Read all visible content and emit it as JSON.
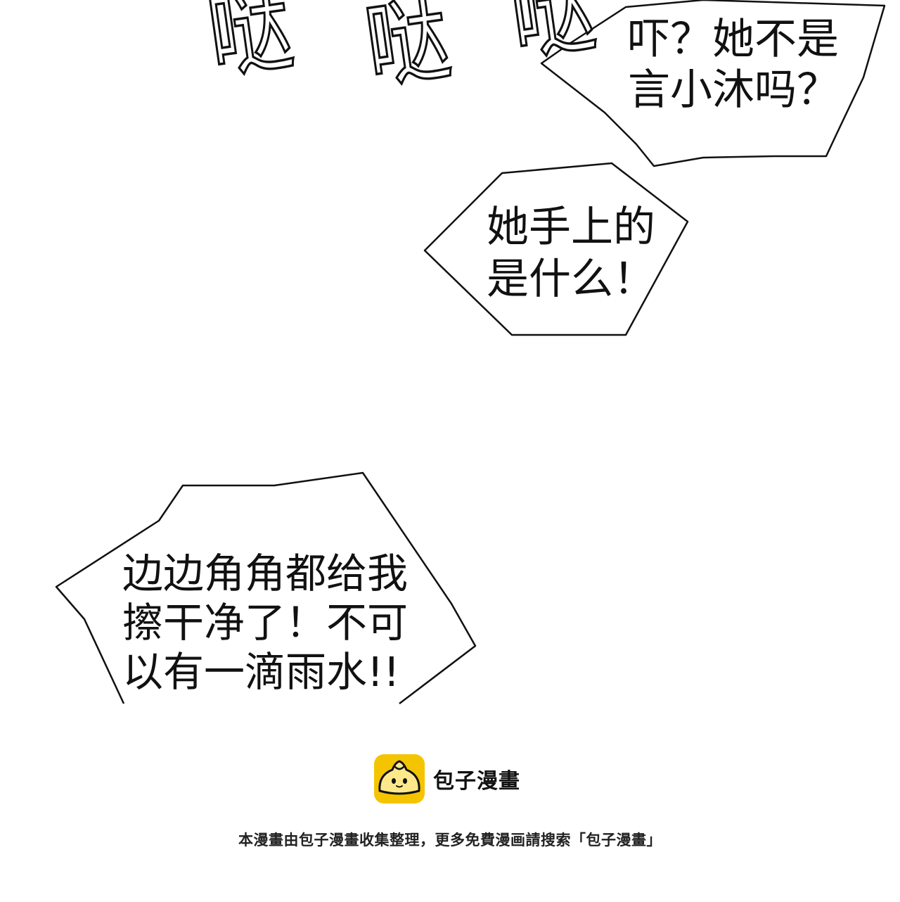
{
  "sound_effects": [
    "哒",
    "哒",
    "哒"
  ],
  "bubbles": [
    {
      "id": "bubble-1",
      "lines": [
        "吓？她不是",
        "言小沐吗？"
      ]
    },
    {
      "id": "bubble-2",
      "lines": [
        "她手上的",
        "是什么！"
      ]
    },
    {
      "id": "bubble-3",
      "lines": [
        "边边角角都给我",
        "擦干净了！不可",
        "以有一滴雨水!!"
      ]
    }
  ],
  "watermark": {
    "brand_name": "包子漫畫",
    "credit_text": "本漫畫由包子漫畫收集整理，更多免費漫画請搜索「包子漫畫」",
    "logo_color": "#f5c400",
    "logo_icon": "steamed-bun-icon"
  }
}
